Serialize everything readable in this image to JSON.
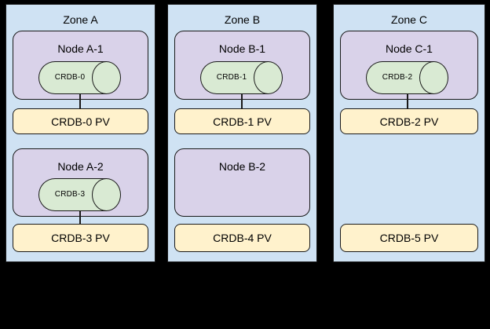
{
  "colors": {
    "zone_fill": "#cfe2f3",
    "node_fill": "#d9d2e9",
    "cylinder_fill": "#d9ead3",
    "pv_fill": "#fff2cc",
    "border": "#1a1a1a",
    "canvas_background": "#000000"
  },
  "zones": [
    {
      "title": "Zone A",
      "slots": [
        {
          "node_label": "Node A-1",
          "cylinder_label": "CRDB-0",
          "pv_label": "CRDB-0 PV",
          "connected": true
        },
        {
          "node_label": "Node A-2",
          "cylinder_label": "CRDB-3",
          "pv_label": "CRDB-3 PV",
          "connected": true
        }
      ]
    },
    {
      "title": "Zone B",
      "slots": [
        {
          "node_label": "Node B-1",
          "cylinder_label": "CRDB-1",
          "pv_label": "CRDB-1 PV",
          "connected": true
        },
        {
          "node_label": "Node B-2",
          "pv_label": "CRDB-4 PV",
          "connected": false
        }
      ]
    },
    {
      "title": "Zone C",
      "slots": [
        {
          "node_label": "Node C-1",
          "cylinder_label": "CRDB-2",
          "pv_label": "CRDB-2 PV",
          "connected": true
        },
        {
          "pv_label": "CRDB-5 PV",
          "connected": false
        }
      ]
    }
  ]
}
